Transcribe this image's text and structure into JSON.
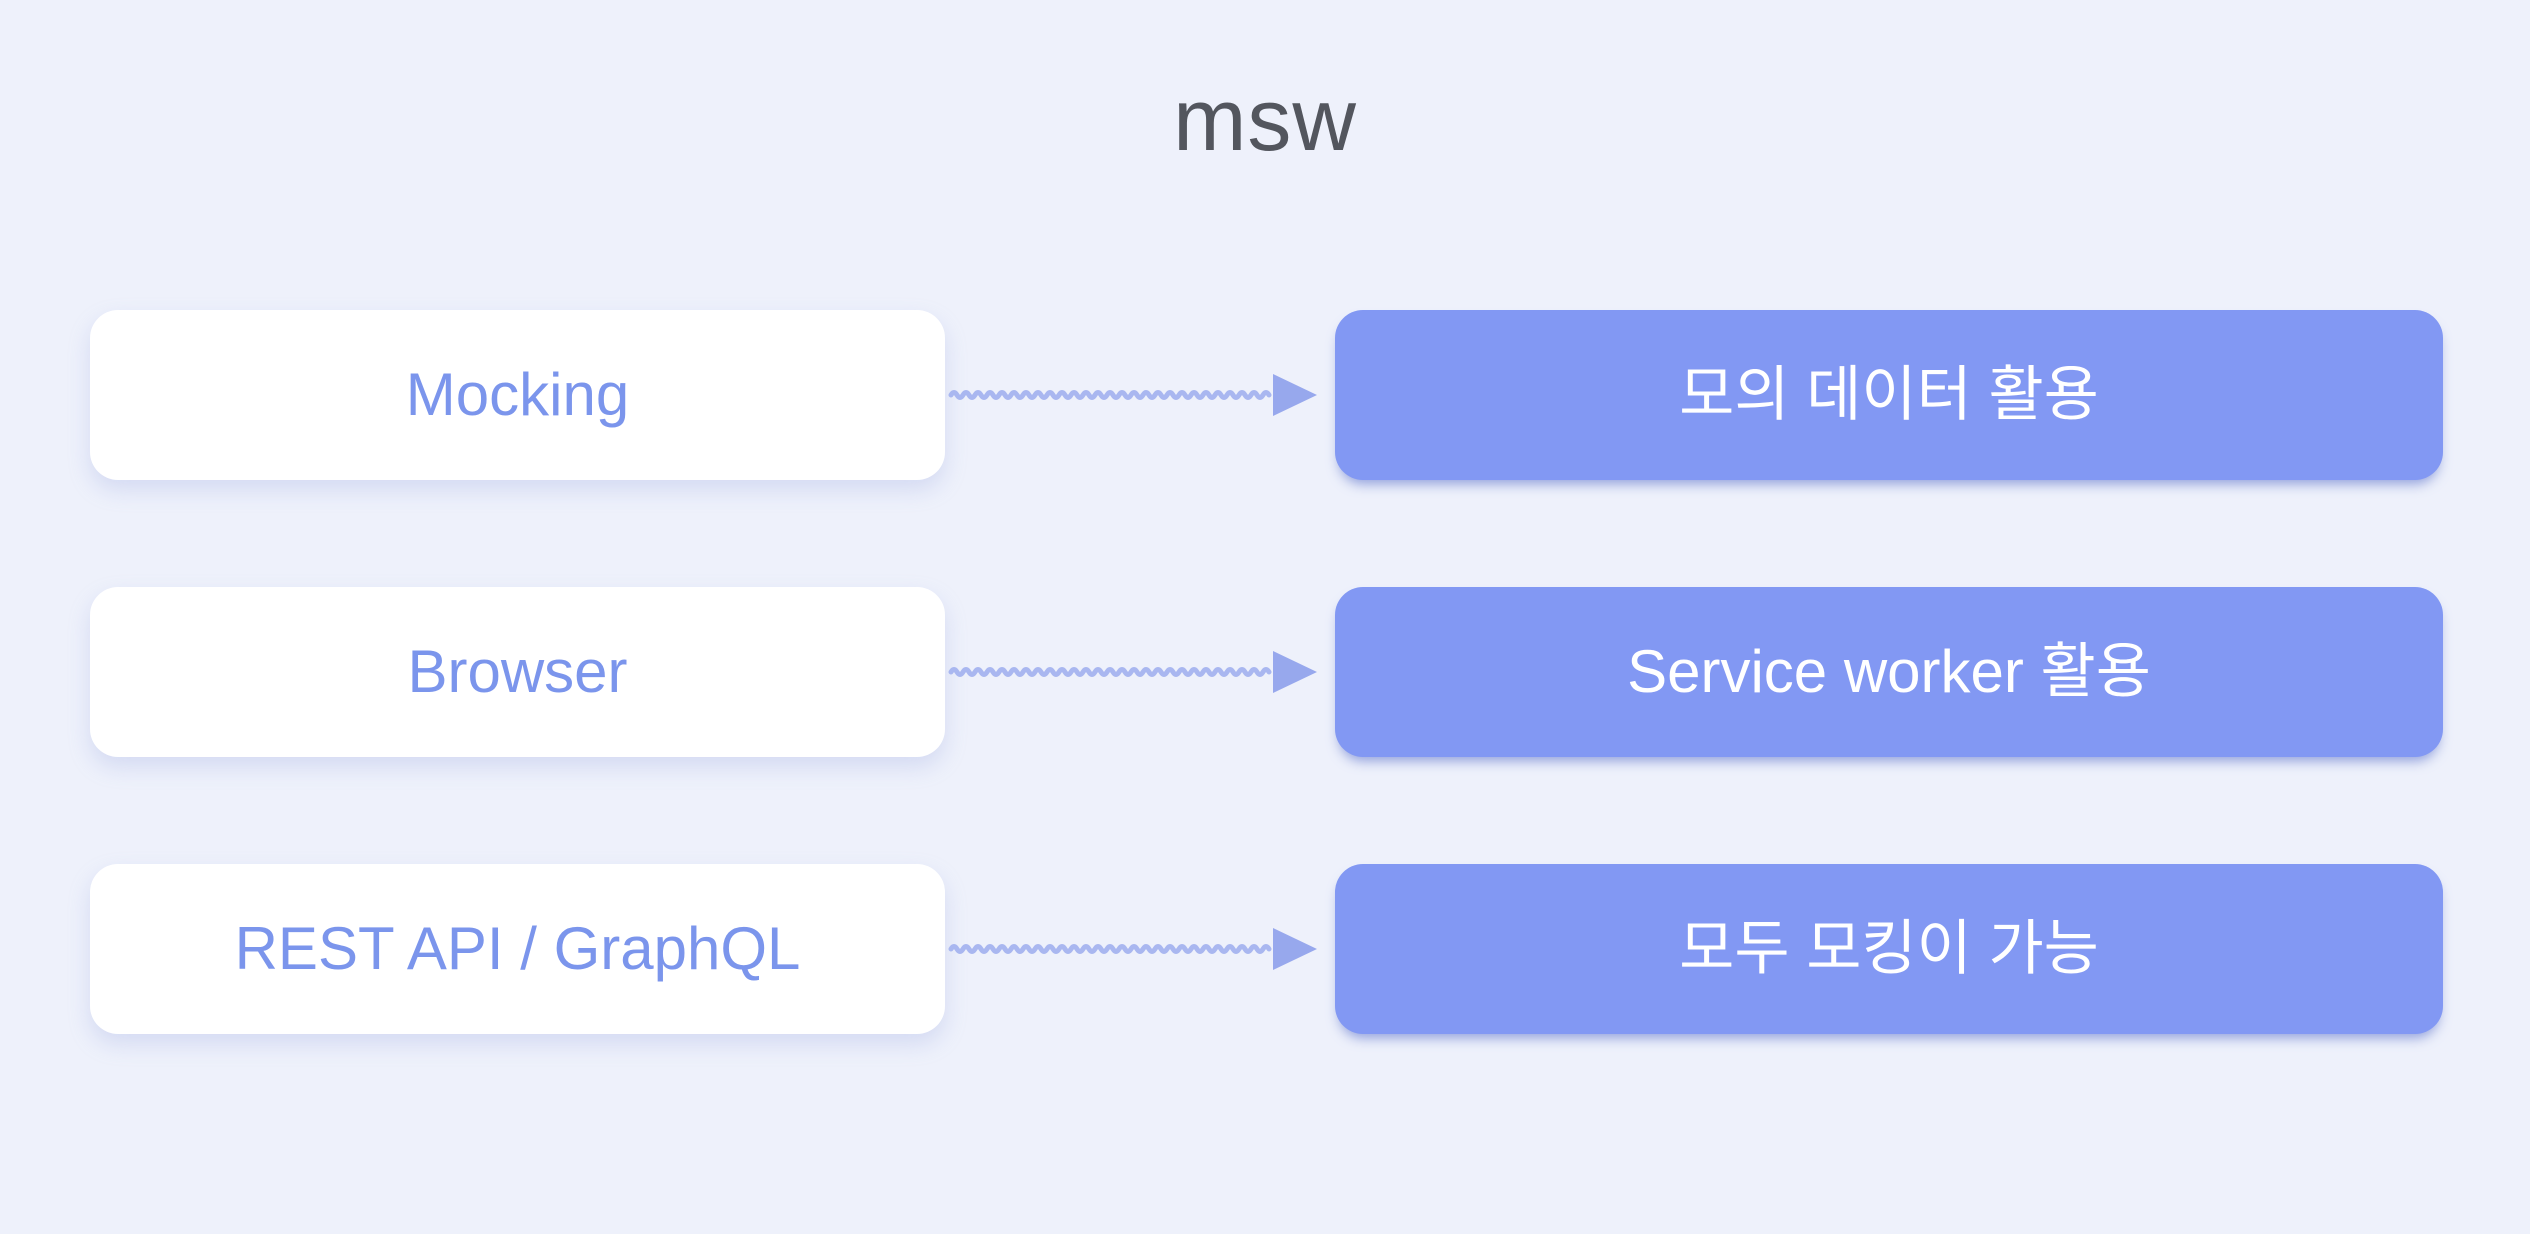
{
  "title": "msw",
  "rows": [
    {
      "source": "Mocking",
      "target": "모의 데이터 활용"
    },
    {
      "source": "Browser",
      "target": "Service worker 활용"
    },
    {
      "source": "REST API / GraphQL",
      "target": "모두 모킹이 가능"
    }
  ],
  "colors": {
    "background": "#EEF1FB",
    "card_white": "#FFFFFF",
    "card_blue": "#8298F3",
    "source_text": "#7B95EC",
    "target_text": "#FFFFFF",
    "title_text": "#53565E",
    "arrow_line": "#A9B7F0",
    "arrow_head": "#97A8ED"
  }
}
